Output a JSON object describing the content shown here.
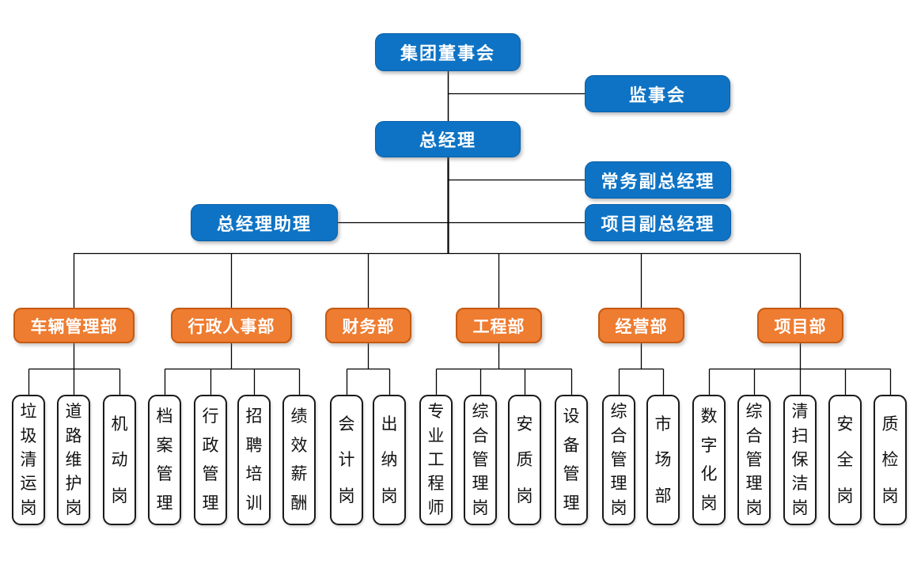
{
  "colors": {
    "node_blue": "#0e73c4",
    "blue_border": "#0b5fa8",
    "node_orange": "#ee7c31",
    "orange_border": "#c55a11",
    "line": "#000000"
  },
  "executive": {
    "board": "集团董事会",
    "supervisory_board": "监事会",
    "general_manager": "总经理",
    "executive_deputy_gm": "常务副总经理",
    "gm_assistant": "总经理助理",
    "project_deputy_gm": "项目副总经理"
  },
  "departments": [
    {
      "label": "车辆管理部",
      "positions": [
        "垃圾清运岗",
        "道路维护岗",
        "机动岗"
      ]
    },
    {
      "label": "行政人事部",
      "positions": [
        "档案管理",
        "行政管理",
        "招聘培训",
        "绩效薪酬"
      ]
    },
    {
      "label": "财务部",
      "positions": [
        "会计岗",
        "出纳岗"
      ]
    },
    {
      "label": "工程部",
      "positions": [
        "专业工程师",
        "综合管理岗",
        "安质岗",
        "设备管理"
      ]
    },
    {
      "label": "经营部",
      "positions": [
        "综合管理岗",
        "市场部"
      ]
    },
    {
      "label": "项目部",
      "positions": [
        "数字化岗",
        "综合管理岗",
        "清扫保洁岗",
        "安全岗",
        "质检岗"
      ]
    }
  ]
}
